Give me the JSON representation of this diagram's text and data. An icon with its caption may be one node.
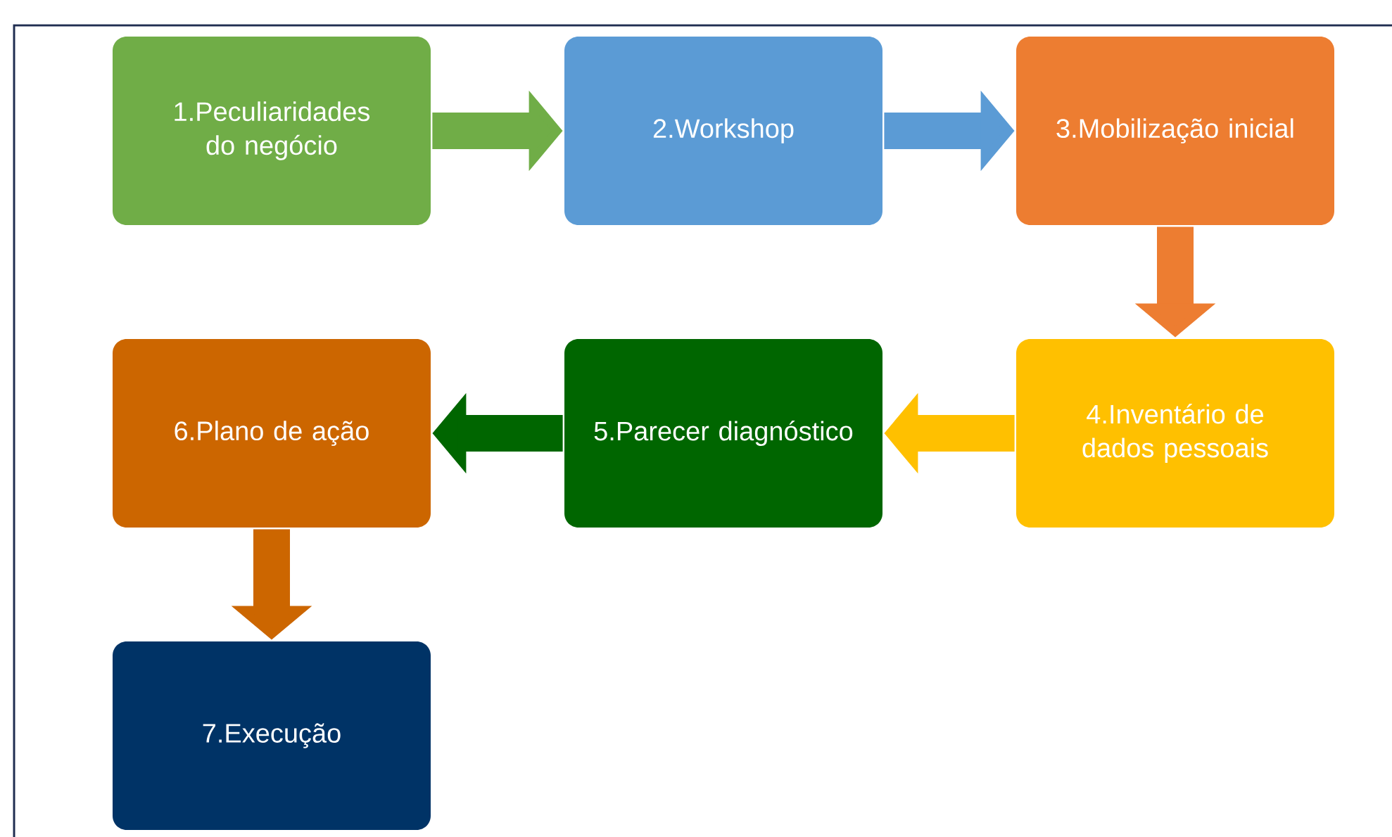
{
  "diagram": {
    "nodes": [
      {
        "text": [
          "1.Peculiaridades do negócio"
        ]
      },
      {
        "text": [
          "2.Workshop"
        ]
      },
      {
        "text": [
          "3.Mobilização inicial"
        ]
      },
      {
        "text": [
          "4.Inventário de dados pessoais"
        ]
      },
      {
        "text": [
          "5.Parecer diagnóstico"
        ]
      },
      {
        "text": [
          "6.Plano de ação"
        ]
      },
      {
        "text": [
          "7.Execução"
        ]
      }
    ],
    "edges": [
      {
        "from": 0,
        "to": 1,
        "arrow": "to",
        "color": "#70ad47"
      },
      {
        "from": 1,
        "to": 2,
        "arrow": "to",
        "color": "#5b9bd5"
      },
      {
        "from": 2,
        "to": 3,
        "arrow": "to",
        "color": "#ed7d31"
      },
      {
        "from": 3,
        "to": 4,
        "arrow": "to",
        "color": "#ffc000"
      },
      {
        "from": 4,
        "to": 5,
        "arrow": "to",
        "color": "#006600"
      },
      {
        "from": 5,
        "to": 6,
        "arrow": "to",
        "color": "#cc6600"
      }
    ]
  }
}
